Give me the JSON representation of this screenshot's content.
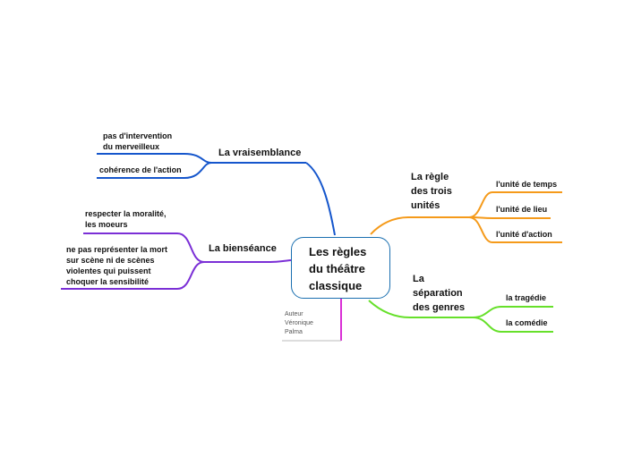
{
  "central": {
    "title": "Les règles\ndu théâtre\nclassique"
  },
  "author": {
    "text": "Auteur\nVéronique\nPalma"
  },
  "branches": [
    {
      "label": "La vraisemblance",
      "color": "#1556cc",
      "children": [
        "pas d'intervention\ndu merveilleux",
        "cohérence de l'action"
      ]
    },
    {
      "label": "La bienséance",
      "color": "#7b2fd6",
      "children": [
        "respecter la moralité,\nles moeurs",
        "ne pas représenter la mort\nsur scène ni de scènes\nviolentes qui puissent\nchoquer la sensibilité"
      ]
    },
    {
      "label": "La règle\ndes trois\nunités",
      "color": "#f59a1a",
      "children": [
        "l'unité de temps",
        "l'unité de lieu",
        "l'unité d'action"
      ]
    },
    {
      "label": "La\nséparation\ndes genres",
      "color": "#66e02a",
      "children": [
        "la tragédie",
        "la comédie"
      ]
    }
  ],
  "colors": {
    "central_border": "#1a6fb0",
    "author_line": "#d92fd6"
  }
}
